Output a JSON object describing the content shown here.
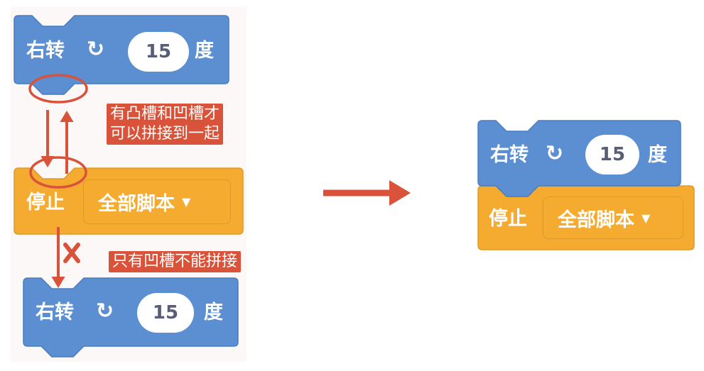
{
  "blocks": {
    "turn_label": "右转",
    "turn_value": "15",
    "turn_unit": "度",
    "stop_label": "停止",
    "stop_option": "全部脚本",
    "rotate_icon": "rotate-clockwise-icon",
    "dropdown_icon": "caret-down-icon"
  },
  "annotations": {
    "fit_note_line1": "有凸槽和凹槽才",
    "fit_note_line2": "可以拼接到一起",
    "nofit_note": "只有凹槽不能拼接"
  },
  "colors": {
    "motion": "#5b8fd2",
    "control": "#f4ab30",
    "annotation": "#d9533a"
  }
}
